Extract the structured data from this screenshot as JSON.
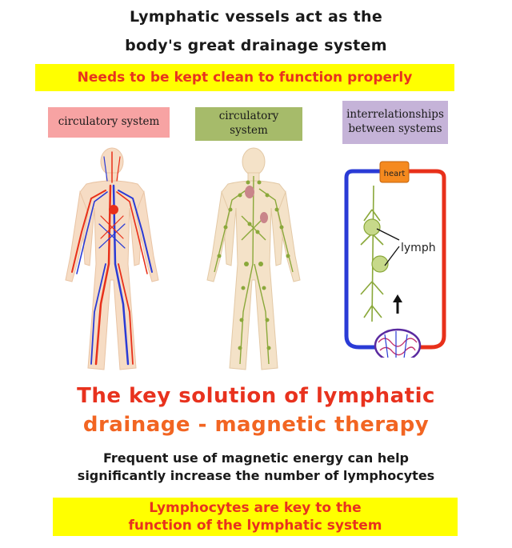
{
  "header": {
    "line1": "Lymphatic vessels act as the",
    "line2": "body's great drainage system",
    "banner": "Needs to be kept clean to function properly"
  },
  "panels": [
    {
      "label": "circulatory system",
      "bg_color": "#f7a3a3"
    },
    {
      "label_line1": "circulatory",
      "label_line2": "system",
      "bg_color": "#a6bb6a"
    },
    {
      "label_line1": "interrelationships",
      "label_line2": "between systems",
      "bg_color": "#c5b3d8"
    }
  ],
  "diagram": {
    "heart_label": "heart",
    "lymph_label": "lymph"
  },
  "solution": {
    "heading_line1": "The key solution of lymphatic",
    "heading_line2": "drainage - magnetic therapy",
    "line1_color": "#e8321e",
    "line2_color": "#f26522"
  },
  "body_text": {
    "line1": "Frequent use of magnetic energy can help",
    "line2": "significantly increase the number of lymphocytes"
  },
  "footer_banner": {
    "line1": "Lymphocytes are key to the",
    "line2": "function of the lymphatic system"
  },
  "colors": {
    "highlight": "#ffff00",
    "accent_red": "#e8321e",
    "artery_red": "#e8301a",
    "vein_blue": "#2a3bd6",
    "lymph_green": "#8aa83a",
    "skin": "#f4d9b8"
  }
}
